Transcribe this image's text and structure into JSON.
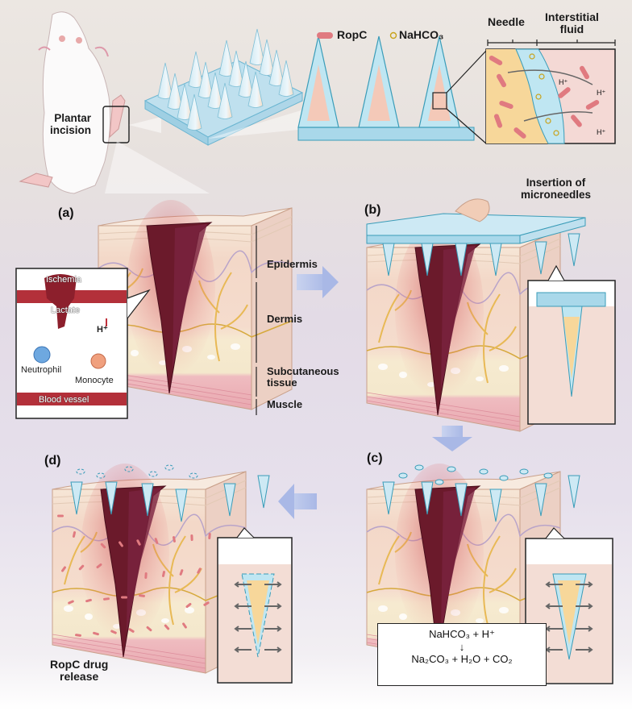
{
  "overview": {
    "incision_label": "Plantar\nincision",
    "legend": {
      "ropc_label": "RopC",
      "nahco3_label": "NaHCO₃"
    },
    "zoom_panel": {
      "needle_label": "Needle",
      "fluid_label": "Interstitial\nfluid",
      "proton_labels": [
        "H⁺",
        "H⁺",
        "H⁺"
      ]
    }
  },
  "panels": {
    "a": {
      "label": "(a)",
      "layers": [
        "Epidermis",
        "Dermis",
        "Subcutaneous\ntissue",
        "Muscle"
      ],
      "inset": {
        "ischemia": "Ischemia",
        "lactate": "Lactate",
        "proton": "H⁺",
        "neutrophil": "Neutrophil",
        "monocyte": "Monocyte",
        "blood_vessel": "Blood vessel"
      }
    },
    "b": {
      "label": "(b)",
      "title": "Insertion of\nmicroneedles"
    },
    "c": {
      "label": "(c)",
      "equation_top": "NaHCO₃ + H⁺",
      "equation_arrow": "↓",
      "equation_bottom": "Na₂CO₃ + H₂O + CO₂"
    },
    "d": {
      "label": "(d)",
      "caption": "RopC drug\nrelease"
    }
  },
  "colors": {
    "wound": "#6b1a2b",
    "needle": "#bfe3f0",
    "needle_edge": "#3a9cb8",
    "ropc": "#e07a80",
    "skin": "#f4d9cc",
    "nerve": "#e8b955",
    "flow_arrow": "#aebfe6"
  }
}
